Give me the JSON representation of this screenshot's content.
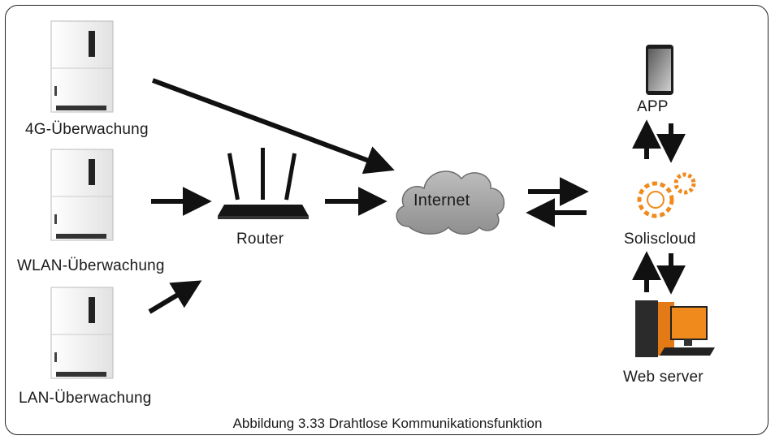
{
  "caption": "Abbildung 3.33 Drahtlose Kommunikationsfunktion",
  "inverters": [
    {
      "label": "4G-Überwachung"
    },
    {
      "label": "WLAN-Überwachung"
    },
    {
      "label": "LAN-Überwachung"
    }
  ],
  "router": {
    "label": "Router"
  },
  "cloud": {
    "label": "Internet"
  },
  "app": {
    "label": "APP"
  },
  "soliscloud": {
    "label": "Soliscloud"
  },
  "webserver": {
    "label": "Web server"
  },
  "colors": {
    "arrow": "#111111",
    "cloud_fill": "#a9a9a9",
    "sun_orange": "#f08a1c",
    "inverter_body": "#f4f4f4"
  },
  "icons": [
    "inverter-icon",
    "router-icon",
    "cloud-icon",
    "phone-icon",
    "sun-gear-icon",
    "computer-icon"
  ]
}
